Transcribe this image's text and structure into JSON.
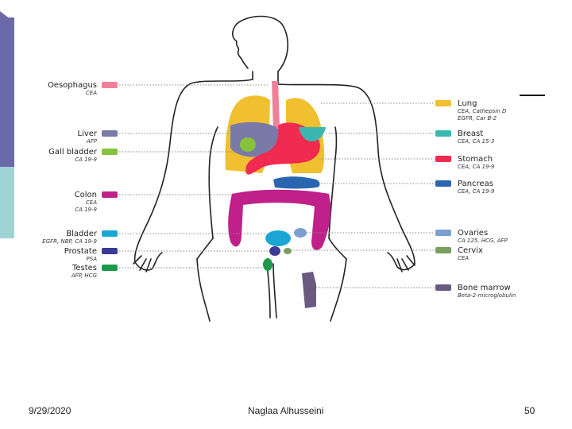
{
  "footer": {
    "date": "9/29/2020",
    "author": "Naglaa Alhusseini",
    "page": "50"
  },
  "left_labels": [
    {
      "organ": "Oesophagus",
      "markers": "CEA",
      "color": "#f08098"
    },
    {
      "organ": "Liver",
      "markers": "AFP",
      "color": "#7a7aa8"
    },
    {
      "organ": "Gall bladder",
      "markers": "CA 19-9",
      "color": "#88c23a"
    },
    {
      "organ": "Colon",
      "markers": "CEA\nCA 19-9",
      "color": "#c0208a"
    },
    {
      "organ": "Bladder",
      "markers": "EGFR, NBP, CA 19-9",
      "color": "#1aa6d4"
    },
    {
      "organ": "Prostate",
      "markers": "PSA",
      "color": "#3a3a98"
    },
    {
      "organ": "Testes",
      "markers": "AFP, HCG",
      "color": "#1a9a48"
    }
  ],
  "right_labels": [
    {
      "organ": "Lung",
      "markers": "CEA, Cathepsin D\nEGFR, Car B-2",
      "color": "#f0c030"
    },
    {
      "organ": "Breast",
      "markers": "CEA, CA 15-3",
      "color": "#3ab8b0"
    },
    {
      "organ": "Stomach",
      "markers": "CEA, CA 19-9",
      "color": "#f02a50"
    },
    {
      "organ": "Pancreas",
      "markers": "CEA, CA 19-9",
      "color": "#2a66b0"
    },
    {
      "organ": "Ovaries",
      "markers": "CA 125, HCG, AFP",
      "color": "#7aa0d0"
    },
    {
      "organ": "Cervix",
      "markers": "CEA",
      "color": "#7aa060"
    },
    {
      "organ": "Bone marrow",
      "markers": "Beta-2-microglobulin",
      "color": "#6a5a80"
    }
  ]
}
